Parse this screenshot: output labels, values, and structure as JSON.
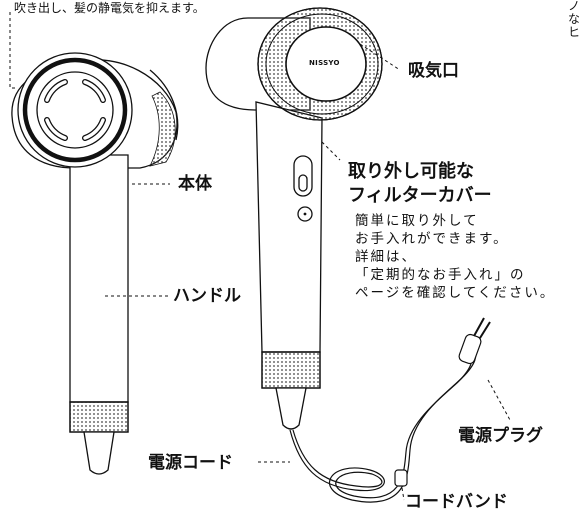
{
  "top_note": "吹き出し、髪の静電気を抑えます。",
  "right_note": [
    "ノ",
    "な",
    "ヒ"
  ],
  "logo": "NISSYO",
  "labels": {
    "intake": "吸気口",
    "body": "本体",
    "handle": "ハンドル",
    "filter_cover": [
      "取り外し可能な",
      "フィルターカバー"
    ],
    "filter_desc": [
      "簡単に取り外して",
      "お手入れができます。",
      "詳細は、",
      "「定期的なお手入れ」の",
      "ページを確認してください。"
    ],
    "plug": "電源プラグ",
    "cord": "電源コード",
    "cord_band": "コードバンド"
  }
}
